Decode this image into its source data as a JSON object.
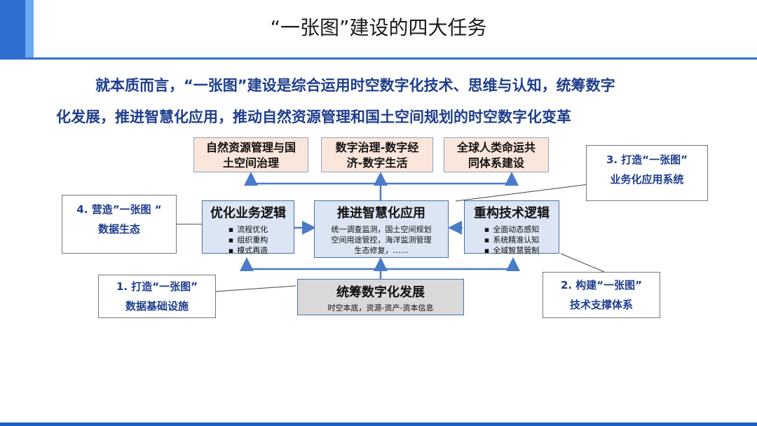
{
  "title": "“一张图”建设的四大任务",
  "intro": {
    "line1": "就本质而言，“一张图”建设是综合运用时空数字化技术、思维与认知，统筹数字",
    "line2": "化发展，推进智慧化应用，推动自然资源管理和国土空间规划的时空数字化变革"
  },
  "goals": [
    {
      "line1": "自然资源管理与国",
      "line2": "土空间治理"
    },
    {
      "line1": "数字治理-数字经",
      "line2": "济-数字生活"
    },
    {
      "line1": "全球人类命运共",
      "line2": "同体系建设"
    }
  ],
  "optimize": {
    "title": "优化业务逻辑",
    "items": [
      "流程优化",
      "组织重构",
      "模式再造"
    ]
  },
  "smart": {
    "title": "推进智慧化应用",
    "line1": "统一调查监测，国土空间规划",
    "line2": "空间用途管控，海洋监测管理",
    "line3": "生态修复，……"
  },
  "rebuild": {
    "title": "重构技术逻辑",
    "items": [
      "全面动态感知",
      "系统精准认知",
      "全域智慧管制"
    ]
  },
  "digital": {
    "title": "统筹数字化发展",
    "subtitle": "时空本底，资源-资产-资本信息"
  },
  "callouts": {
    "ecology": {
      "line1": "4. 营造”一张图 “",
      "line2": "数据生态"
    },
    "business": {
      "line1": "3. 打造“一张图”",
      "line2": "业务化应用系统"
    },
    "infrastructure": {
      "line1": "1. 打造“一张图”",
      "line2": "数据基础设施"
    },
    "tech": {
      "line1": "2. 构建“一张图”",
      "line2": "技术支撑体系"
    }
  },
  "colors": {
    "accent": "#2f6fcf",
    "arrow": "#4a7bc8",
    "intro_text": "#1f3e8c",
    "goal_fill": "#fbe6db",
    "box_fill": "#dbe5f3",
    "base_fill": "#d9d9d9"
  }
}
